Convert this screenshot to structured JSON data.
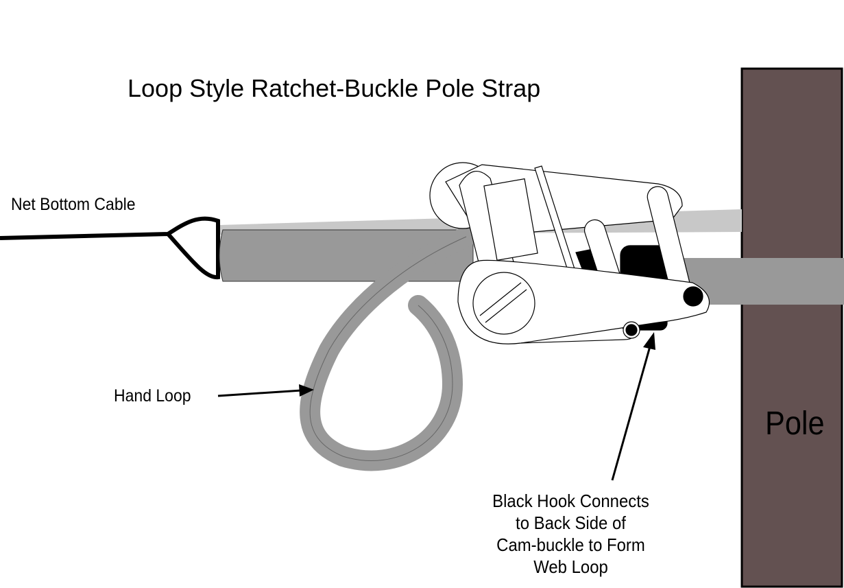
{
  "title": "Loop Style Ratchet-Buckle Pole Strap",
  "labels": {
    "net_bottom_cable": "Net Bottom Cable",
    "hand_loop": "Hand Loop",
    "pole": "Pole",
    "black_hook": [
      "Black Hook Connects",
      "to Back Side of",
      "Cam-buckle to Form",
      "Web Loop"
    ]
  },
  "colors": {
    "pole": "#635151",
    "strap_dark": "#999999",
    "strap_light": "#c8c8c8",
    "hook": "#000000"
  }
}
